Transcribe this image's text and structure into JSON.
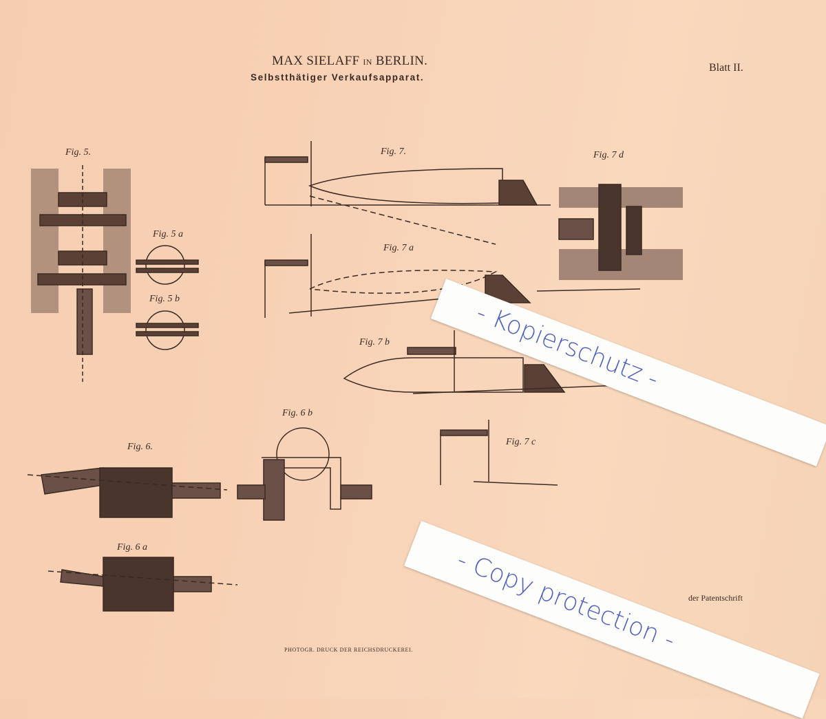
{
  "header": {
    "inventor": "MAX SIELAFF",
    "in_word": "IN",
    "city": "BERLIN.",
    "subtitle": "Selbstthätiger Verkaufsapparat.",
    "sheet": "Blatt II."
  },
  "figures": {
    "fig5": "Fig. 5.",
    "fig5a": "Fig. 5 a",
    "fig5b": "Fig. 5 b",
    "fig6": "Fig. 6.",
    "fig6a": "Fig. 6 a",
    "fig6b": "Fig. 6 b",
    "fig7": "Fig. 7.",
    "fig7a": "Fig. 7 a",
    "fig7b": "Fig. 7 b",
    "fig7c": "Fig. 7 c",
    "fig7d": "Fig. 7 d"
  },
  "footer": {
    "patent_note": "der Patentschrift",
    "printer": "PHOTOGR. DRUCK DER REICHSDRUCKEREI."
  },
  "watermarks": {
    "strip1": "- Kopierschutz -",
    "strip2": "- Copy protection -"
  }
}
